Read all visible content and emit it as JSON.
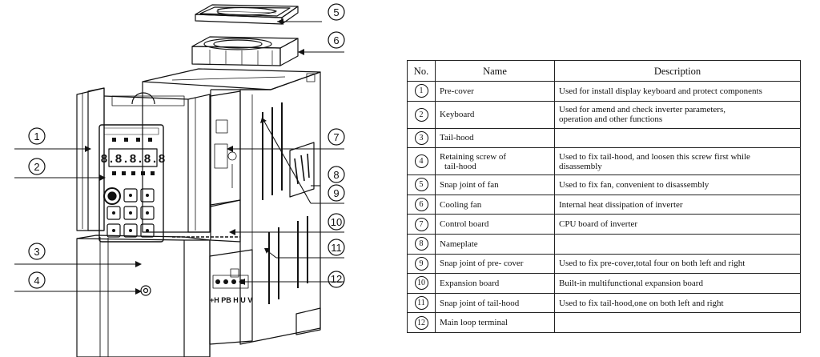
{
  "diagram": {
    "callouts": [
      "5",
      "6",
      "7",
      "8",
      "9",
      "10",
      "11",
      "1",
      "2",
      "3",
      "4",
      "12"
    ],
    "display_digits": "8.8.8.8.8",
    "terminal_labels": "+H  PB  H  U  V"
  },
  "table": {
    "headers": {
      "no": "No.",
      "name": "Name",
      "description": "Description"
    },
    "rows": [
      {
        "no": "1",
        "name": "Pre-cover",
        "desc": "Used for install display keyboard and protect components"
      },
      {
        "no": "2",
        "name": "Keyboard",
        "desc": "Used for amend  and check inverter parameters,",
        "desc2": "operation and other functions"
      },
      {
        "no": "3",
        "name": "Tail-hood",
        "desc": ""
      },
      {
        "no": "4",
        "name": "Retaining screw of",
        "name2": "tail-hood",
        "desc": "Used to fix tail-hood, and loosen this screw first while",
        "desc2": "disassembly"
      },
      {
        "no": "5",
        "name": "Snap joint of fan",
        "desc": "Used to fix fan,  convenient to disassembly"
      },
      {
        "no": "6",
        "name": "Cooling fan",
        "desc": "Internal heat dissipation of inverter"
      },
      {
        "no": "7",
        "name": "Control board",
        "desc": "CPU board of inverter"
      },
      {
        "no": "8",
        "name": "Nameplate",
        "desc": ""
      },
      {
        "no": "9",
        "name": "Snap joint  of  pre- cover",
        "desc": "Used to fix pre-cover,total four on both left and right"
      },
      {
        "no": "10",
        "name": "Expansion board",
        "desc": "Built-in multifunctional expansion board"
      },
      {
        "no": "11",
        "name": "Snap joint  of tail-hood",
        "desc": "Used to fix tail-hood,one on both left and right"
      },
      {
        "no": "12",
        "name": "Main loop  terminal",
        "desc": ""
      }
    ]
  }
}
